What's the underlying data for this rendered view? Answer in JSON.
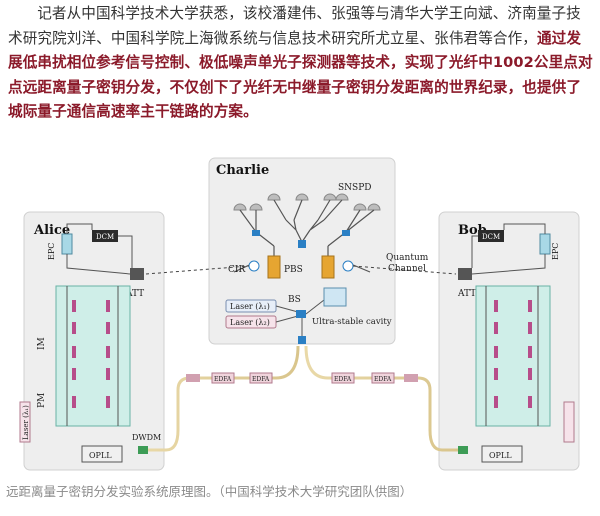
{
  "article": {
    "p1": "记者从中国科学技术大学获悉，该校潘建伟、张强等与清华大学王向斌、济南量子技术研究院刘洋、中国科学院上海微系统与信息技术研究所尤立星、张伟君等合作，",
    "p1_highlight": "通过发展低串扰相位参考信号控制、极低噪声单光子探测器等技术，实现了光纤中1002公里点对点远距离量子密钥分发，不仅创下了光纤无中继量子密钥分发距离的世界纪录，也提供了城际量子通信高速率主干链路的方案。"
  },
  "figure": {
    "charlie": "Charlie",
    "alice": "Alice",
    "bob": "Bob",
    "snspd": "SNSPD",
    "pbs": "PBS",
    "cir": "CIR",
    "att": "ATT",
    "bs": "BS",
    "laser1": "Laser (λ₁)",
    "laser2": "Laser (λ₂)",
    "cavity": "Ultra-stable cavity",
    "quantum": "Quantum",
    "channel": "Channel",
    "dcm": "DCM",
    "epc": "EPC",
    "im": "IM",
    "pm": "PM",
    "laser_vert": "Laser (λ₁)",
    "opll": "OPLL",
    "dwdm": "DWDM",
    "edfa": "EDFA"
  },
  "caption": "远距离量子密钥分发实验系统原理图。（中国科学技术大学研究团队供图）"
}
